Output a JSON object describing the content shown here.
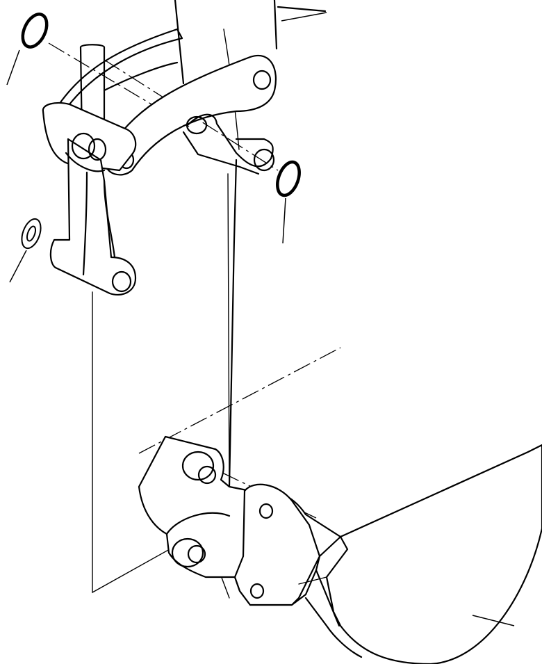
{
  "figure": {
    "parts": [
      {
        "id": "boom",
        "icon": "boom-arm-outline"
      },
      {
        "id": "link",
        "icon": "bucket-link"
      },
      {
        "id": "lever",
        "icon": "lever-link-with-pin"
      },
      {
        "id": "bucket",
        "icon": "bucket-outline"
      },
      {
        "id": "o-ring-upper-left",
        "icon": "o-ring"
      },
      {
        "id": "o-ring-right",
        "icon": "o-ring"
      },
      {
        "id": "washer",
        "icon": "shim-washer"
      }
    ],
    "leader_count": 4,
    "colors": {
      "line": "#000000",
      "background": "#ffffff"
    }
  }
}
